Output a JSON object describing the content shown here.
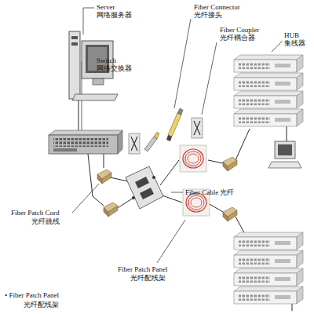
{
  "diagram": {
    "labels": [
      "Server",
      "网络服务器",
      "Switch",
      "网络交换器",
      "Fiber Connector",
      "光纤接头",
      "Fiber Coupler",
      "光纤耦合器",
      "HUB",
      "集线器",
      "Fiber Cable 光纤",
      "Fiber Patch Cord",
      "光纤跳线",
      "Fiber Patch Panel",
      "光纤配线架",
      "• Fiber Patch Panel",
      "光纤配线架"
    ]
  }
}
